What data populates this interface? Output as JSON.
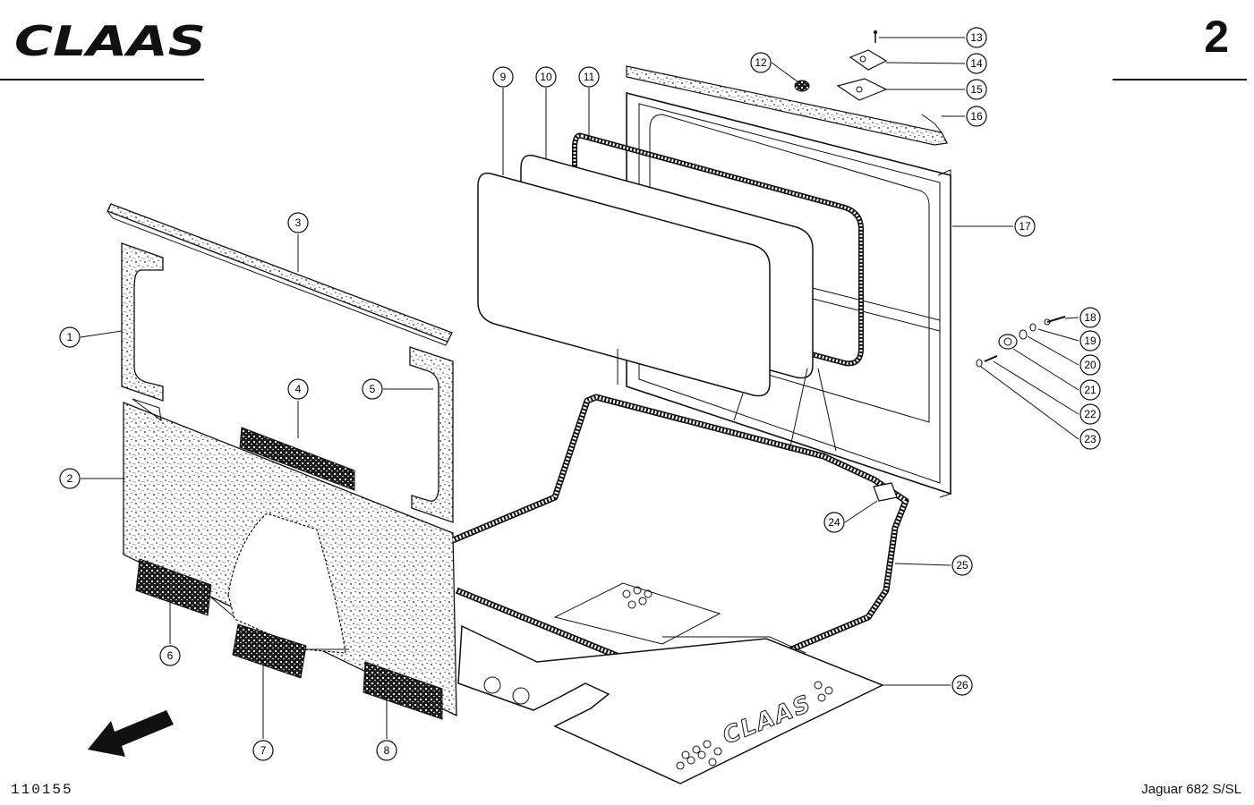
{
  "header": {
    "brand": "CLAAS",
    "page_number": "2"
  },
  "footer": {
    "drawing_number": "110155",
    "model": "Jaguar 682 S/SL"
  },
  "callouts": [
    "1",
    "2",
    "3",
    "4",
    "5",
    "6",
    "7",
    "8",
    "9",
    "10",
    "11",
    "12",
    "13",
    "14",
    "15",
    "16",
    "17",
    "18",
    "19",
    "20",
    "21",
    "22",
    "23",
    "24",
    "25",
    "26"
  ],
  "floor_mat": {
    "embossed_brand": "CLAAS"
  },
  "icons": {
    "direction_arrow": "arrow-down-left-icon"
  }
}
